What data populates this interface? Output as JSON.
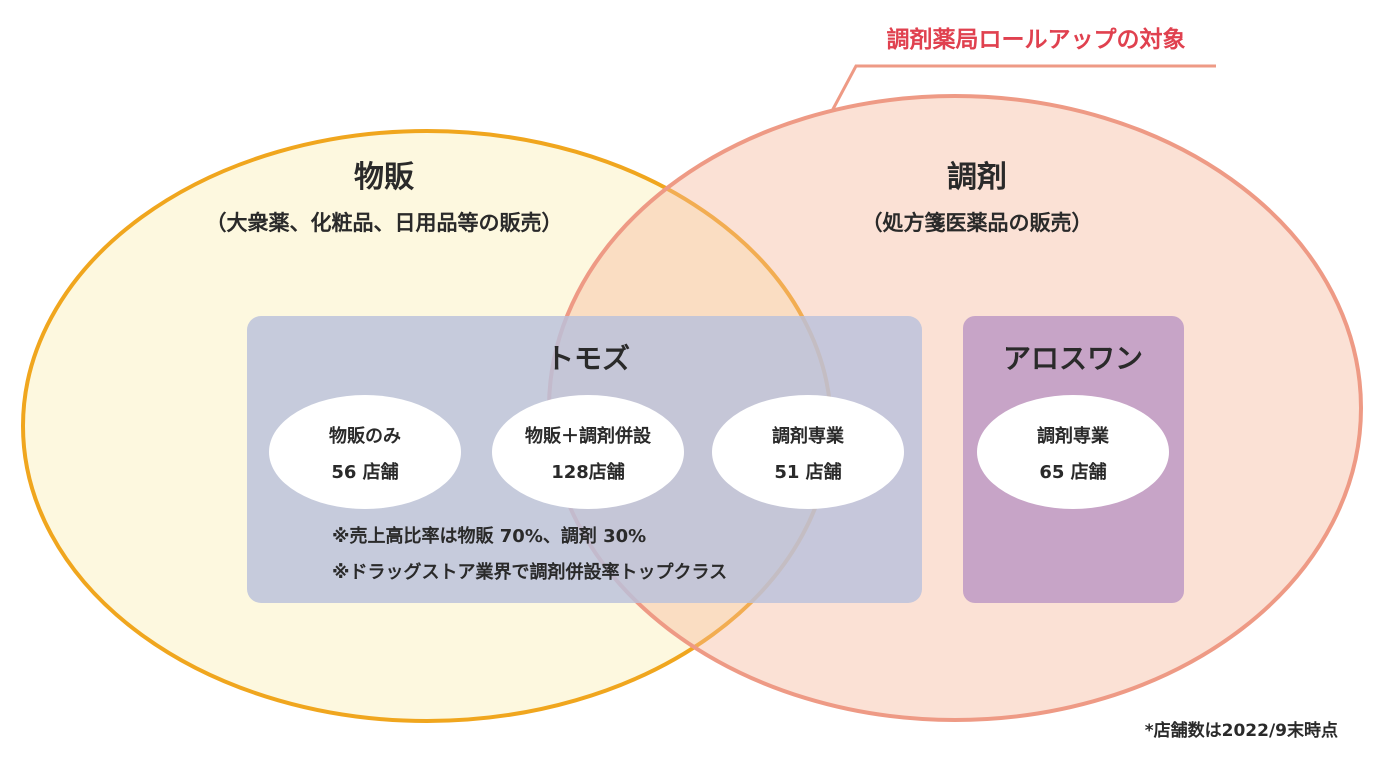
{
  "colors": {
    "retail_stroke": "#f0a61e",
    "retail_fill": "#fdf8df",
    "dispensing_stroke": "#ee9a85",
    "dispensing_fill": "#f9d6c6",
    "tomoz_box": "#c5cbe0",
    "arowan_box": "#c7a4c7",
    "accent_red": "#e0414f"
  },
  "rollup_label": "調剤薬局ロールアップの対象",
  "retail": {
    "title": "物販",
    "subtitle": "（大衆薬、化粧品、日用品等の販売）"
  },
  "dispensing": {
    "title": "調剤",
    "subtitle": "（処方箋医薬品の販売）"
  },
  "tomoz": {
    "name": "トモズ",
    "segments": [
      {
        "label": "物販のみ",
        "count": "56 店舗"
      },
      {
        "label": "物販＋調剤併設",
        "count": "128店舗"
      },
      {
        "label": "調剤専業",
        "count": "51 店舗"
      }
    ],
    "notes": [
      "※売上高比率は物販 70%、調剤 30%",
      "※ドラッグストア業界で調剤併設率トップクラス"
    ]
  },
  "arowan": {
    "name": "アロスワン",
    "segments": [
      {
        "label": "調剤専業",
        "count": "65 店舗"
      }
    ]
  },
  "footnote": "*店舗数は2022/9末時点"
}
